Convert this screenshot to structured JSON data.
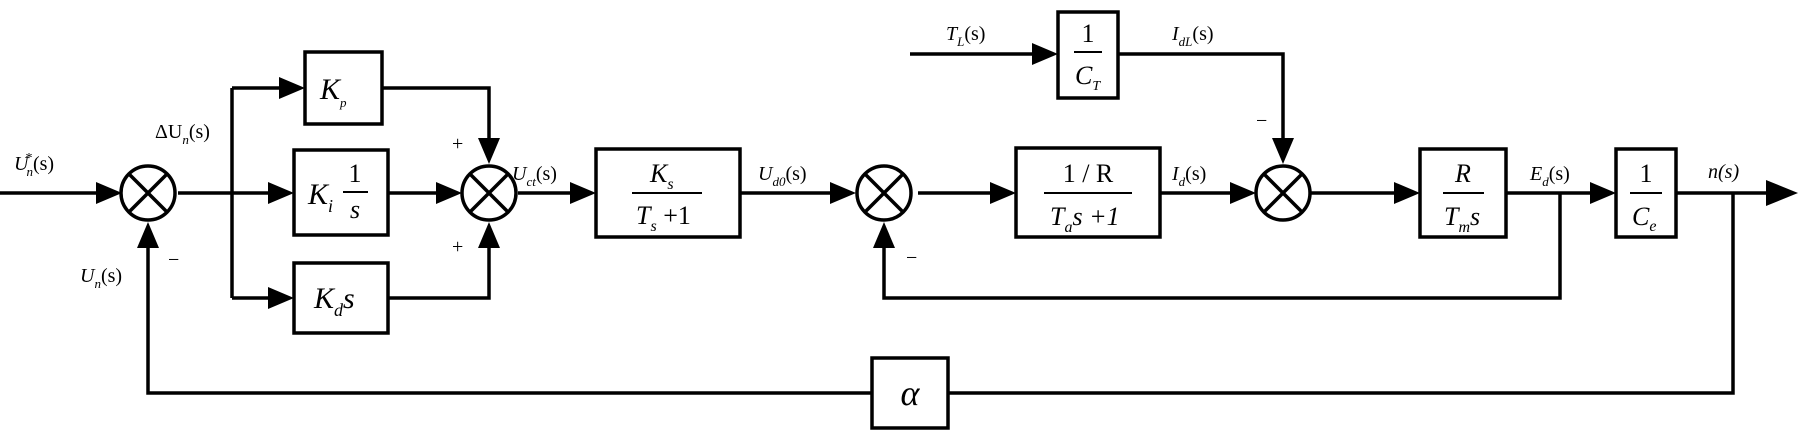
{
  "signals": {
    "input": "U",
    "input_sub": "n",
    "input_sup": "*",
    "input_arg": "(s)",
    "error": "ΔU",
    "error_sub": "n",
    "error_arg": "(s)",
    "feedback": "U",
    "feedback_sub": "n",
    "feedback_arg": "(s)",
    "controller_out": "U",
    "controller_out_sub": "ct",
    "controller_out_arg": "(s)",
    "converter_out": "U",
    "converter_out_sub": "d0",
    "converter_out_arg": "(s)",
    "load_torque": "T",
    "load_torque_sub": "L",
    "load_torque_arg": "(s)",
    "load_current": "I",
    "load_current_sub": "dL",
    "load_current_arg": "(s)",
    "armature_current": "I",
    "armature_current_sub": "d",
    "armature_current_arg": "(s)",
    "emf": "E",
    "emf_sub": "d",
    "emf_arg": "(s)",
    "speed": "n(s)"
  },
  "blocks": {
    "kp": {
      "main": "K",
      "sub": "p"
    },
    "ki": {
      "main": "K",
      "sub": "i",
      "num": "1",
      "den": "s"
    },
    "kd": {
      "main": "K",
      "sub": "d",
      "tail": "s"
    },
    "converter": {
      "num_main": "K",
      "num_sub": "s",
      "den_main": "T",
      "den_sub": "s",
      "den_tail": " +1"
    },
    "armature": {
      "num": "1 / R",
      "den_main": "T",
      "den_sub": "a",
      "den_tail": "s +1"
    },
    "torque_const": {
      "num": "1",
      "den_main": "C",
      "den_sub": "T"
    },
    "mechanical": {
      "num": "R",
      "den_main": "T",
      "den_sub": "m",
      "den_tail": "s"
    },
    "emf_const": {
      "num": "1",
      "den_main": "C",
      "den_sub": "e"
    },
    "speed_feedback": {
      "label": "α"
    }
  },
  "signs": {
    "sum1_fb": "−",
    "sum2_top": "+",
    "sum2_bottom": "+",
    "sum3_fb": "−",
    "sum4_top": "−"
  }
}
